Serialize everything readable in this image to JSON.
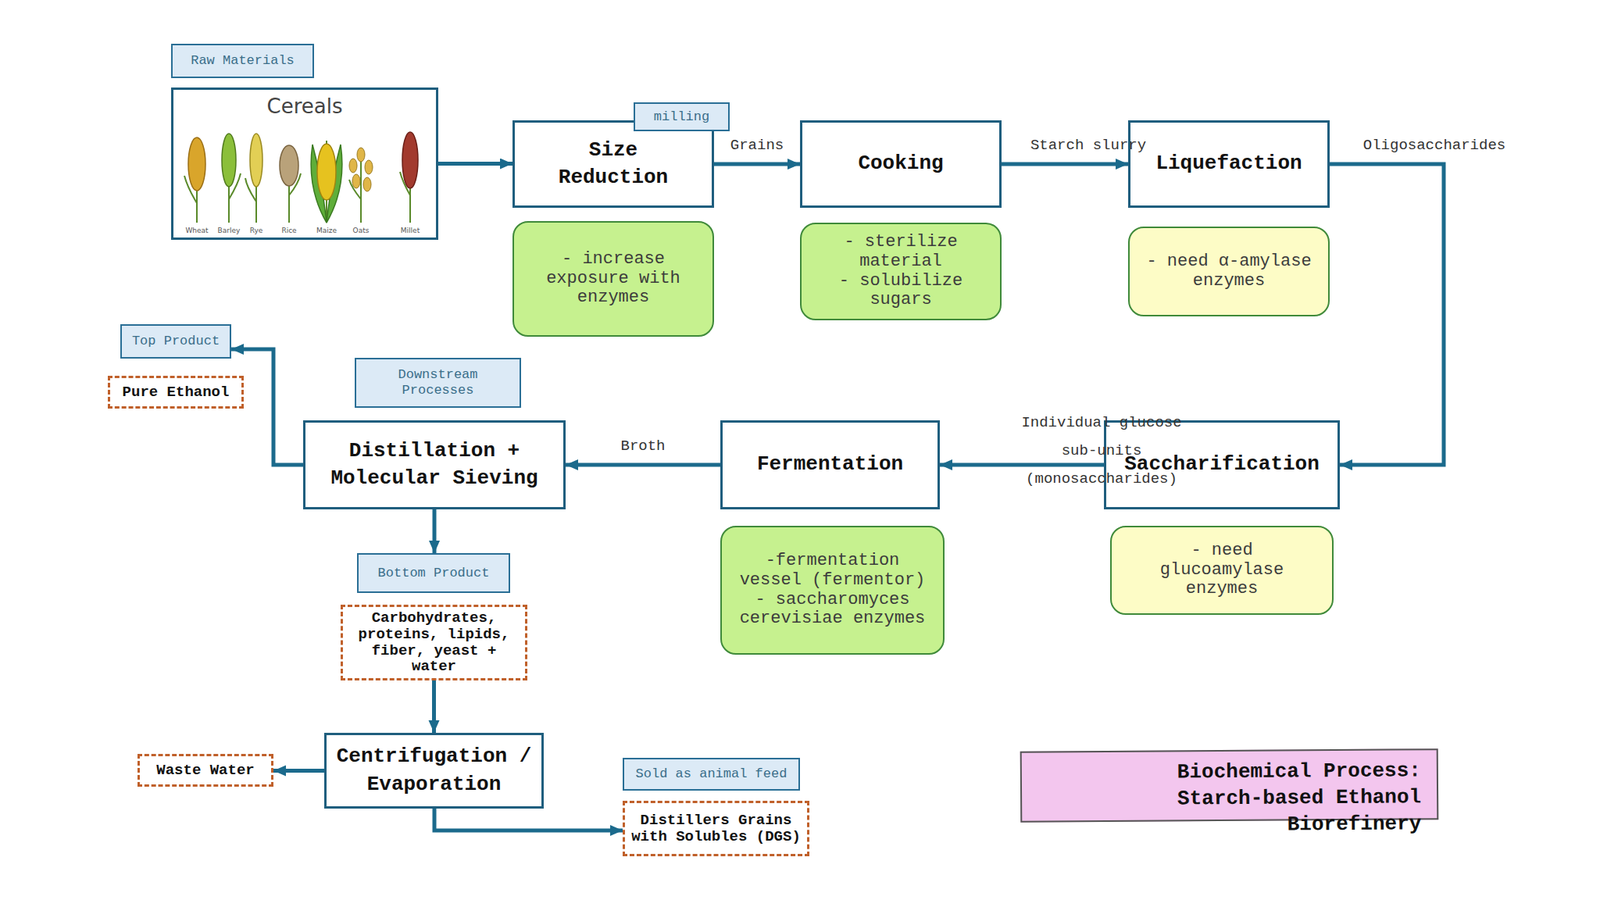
{
  "diagram": {
    "title": "Biochemical Process: Starch-based Ethanol Biorefinery",
    "nodes": [
      {
        "text": [
          "Raw Materials"
        ]
      },
      {
        "text": [
          "Cereals"
        ]
      },
      {
        "text": [
          "milling"
        ]
      },
      {
        "text": [
          "Size Reduction"
        ]
      },
      {
        "text": [
          "- increase exposure with enzymes"
        ]
      },
      {
        "text": [
          "Cooking"
        ]
      },
      {
        "text": [
          "- sterilize material",
          "- solubilize sugars"
        ]
      },
      {
        "text": [
          "Liquefaction"
        ]
      },
      {
        "text": [
          "- need α-amylase enzymes"
        ]
      },
      {
        "text": [
          "Top Product"
        ]
      },
      {
        "text": [
          "Pure Ethanol"
        ]
      },
      {
        "text": [
          "Downstream Processes"
        ]
      },
      {
        "text": [
          "Distillation + Molecular Sieving"
        ]
      },
      {
        "text": [
          "Fermentation"
        ]
      },
      {
        "text": [
          "Saccharification"
        ]
      },
      {
        "text": [
          "-fermentation vessel (fermentor)",
          "- saccharomyces cerevisiae enzymes"
        ]
      },
      {
        "text": [
          "- need glucoamylase enzymes"
        ]
      },
      {
        "text": [
          "Bottom Product"
        ]
      },
      {
        "text": [
          "Carbohydrates, proteins, lipids, fiber, yeast + water"
        ]
      },
      {
        "text": [
          "Centrifugation / Evaporation"
        ]
      },
      {
        "text": [
          "Waste Water"
        ]
      },
      {
        "text": [
          "Sold as animal feed"
        ]
      },
      {
        "text": [
          "Distillers Grains with Solubles (DGS)"
        ]
      }
    ],
    "edges": [
      {
        "from": 1,
        "to": 3,
        "arrow": "to"
      },
      {
        "from": 3,
        "to": 5,
        "label": "Grains",
        "arrow": "to"
      },
      {
        "from": 5,
        "to": 7,
        "label": "Starch slurry",
        "arrow": "to"
      },
      {
        "from": 7,
        "to": 14,
        "label": "Oligosaccharides",
        "arrow": "to"
      },
      {
        "from": 14,
        "to": 13,
        "label": "Individual glucose sub-units (monosaccharides)",
        "arrow": "to"
      },
      {
        "from": 13,
        "to": 12,
        "label": "Broth",
        "arrow": "to"
      },
      {
        "from": 12,
        "to": 9,
        "arrow": "to"
      },
      {
        "from": 12,
        "to": 17,
        "arrow": "to"
      },
      {
        "from": 18,
        "to": 19,
        "arrow": "to"
      },
      {
        "from": 19,
        "to": 20,
        "arrow": "to"
      },
      {
        "from": 19,
        "to": 22,
        "arrow": "to"
      }
    ],
    "labels": [
      "Wheat",
      "Barley",
      "Rye",
      "Rice",
      "Maize",
      "Oats",
      "Millet"
    ]
  }
}
